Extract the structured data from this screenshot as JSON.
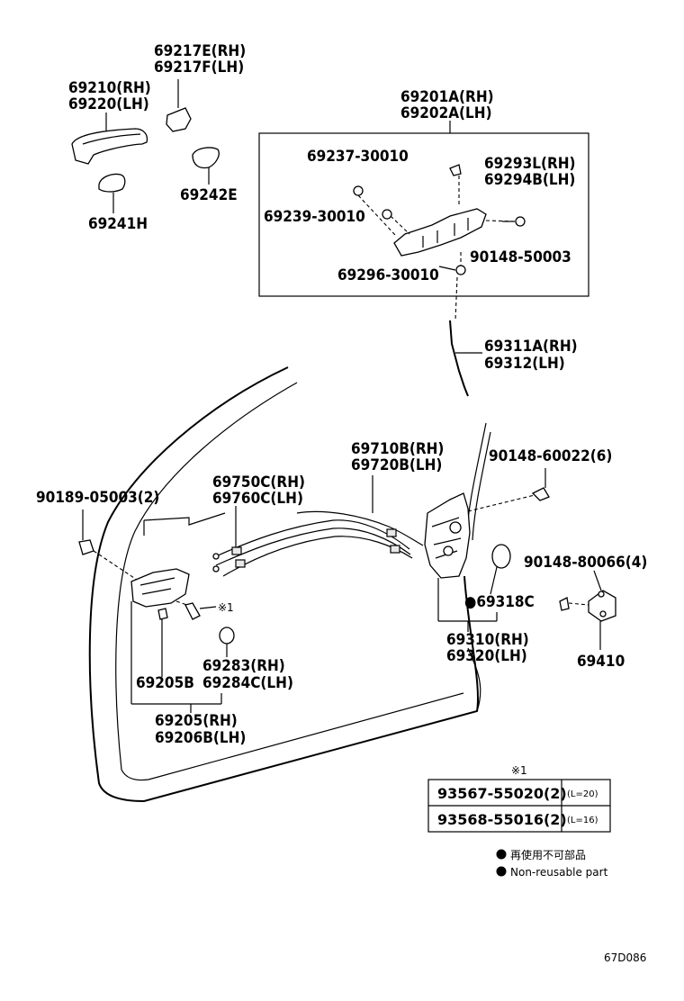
{
  "labels": {
    "p69217": [
      "69217E(RH)",
      "69217F(LH)"
    ],
    "p69210": [
      "69210(RH)",
      "69220(LH)"
    ],
    "p69241": "69241H",
    "p69242": "69242E",
    "p69201": [
      "69201A(RH)",
      "69202A(LH)"
    ],
    "p69237": "69237-30010",
    "p69293": [
      "69293L(RH)",
      "69294B(LH)"
    ],
    "p69239": "69239-30010",
    "p90148a": "90148-50003",
    "p69296": "69296-30010",
    "p69311": [
      "69311A(RH)",
      "69312(LH)"
    ],
    "p69710": [
      "69710B(RH)",
      "69720B(LH)"
    ],
    "p90148b": "90148-60022(6)",
    "p69750": [
      "69750C(RH)",
      "69760C(LH)"
    ],
    "p90189": "90189-05003(2)",
    "p90148c": "90148-80066(4)",
    "p69318": "●69318C",
    "ref1": "※1",
    "p69283": [
      "69283(RH)",
      "69284C(LH)"
    ],
    "p69205b": "69205B",
    "p69310": [
      "69310(RH)",
      "69320(LH)"
    ],
    "p69410": "69410",
    "p69205": [
      "69205(RH)",
      "69206B(LH)"
    ]
  },
  "bolt_table": {
    "title": "※1",
    "rows": [
      {
        "part": "93567-55020(2)",
        "spec": "(L=20)"
      },
      {
        "part": "93568-55016(2)",
        "spec": "(L=16)"
      }
    ]
  },
  "legend": {
    "jp": "再使用不可部品",
    "en": "Non-reusable part"
  },
  "figure_code": "67D086"
}
